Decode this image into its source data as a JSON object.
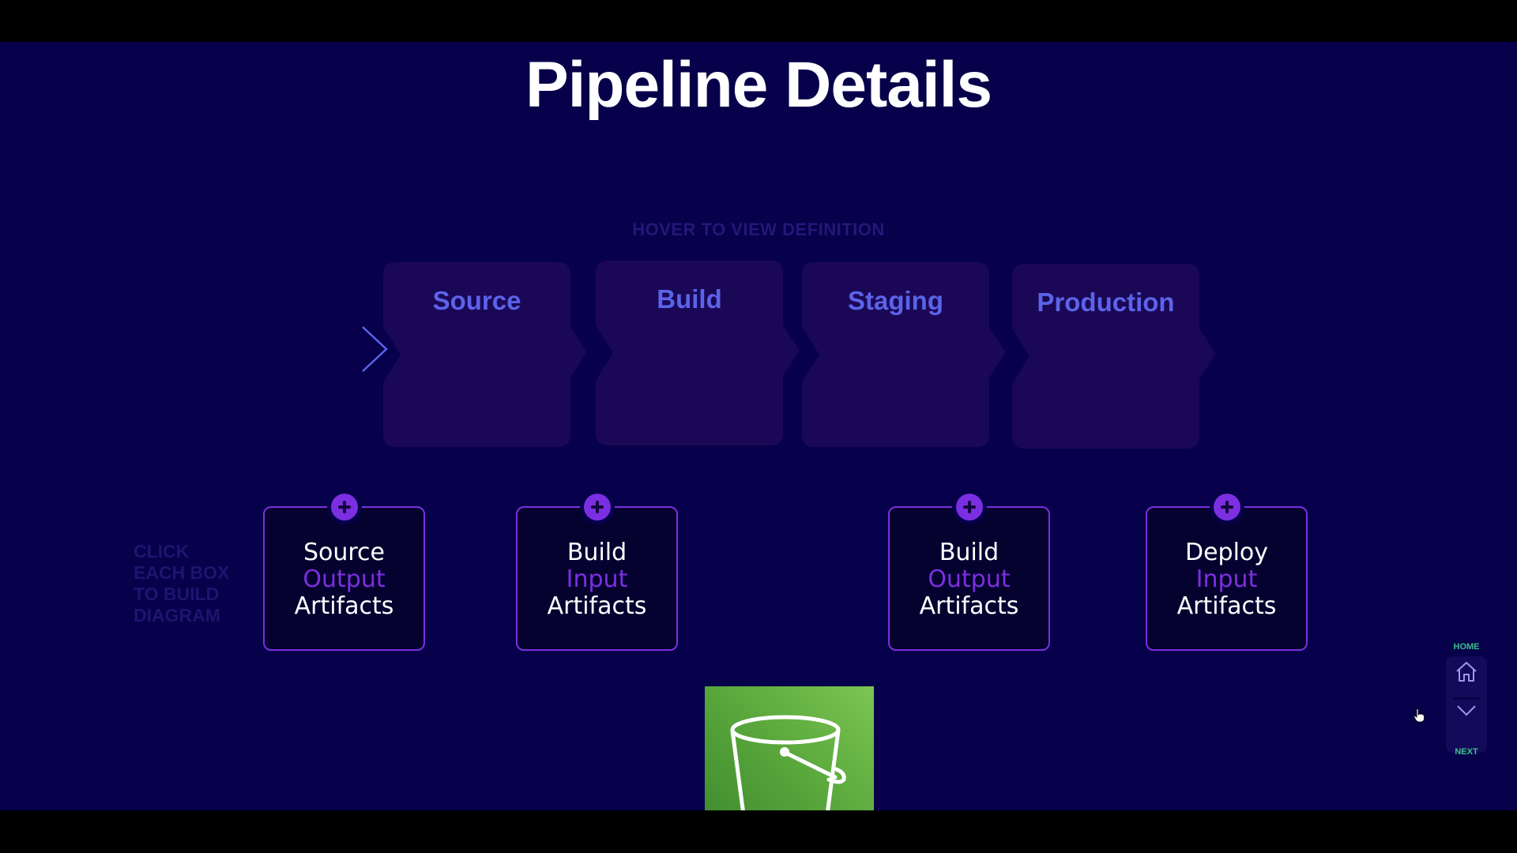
{
  "slide": {
    "title": "Pipeline Details",
    "hover_hint": "HOVER TO VIEW DEFINITION",
    "click_hint": [
      "CLICK",
      "EACH BOX",
      "TO BUILD",
      "DIAGRAM"
    ]
  },
  "stages": [
    {
      "label": "Source"
    },
    {
      "label": "Build"
    },
    {
      "label": "Staging"
    },
    {
      "label": "Production"
    }
  ],
  "artifacts": [
    {
      "line1": "Source",
      "line2": "Output",
      "line3": "Artifacts"
    },
    {
      "line1": "Build",
      "line2": "Input",
      "line3": "Artifacts"
    },
    {
      "line1": "Build",
      "line2": "Output",
      "line3": "Artifacts"
    },
    {
      "line1": "Deploy",
      "line2": "Input",
      "line3": "Artifacts"
    }
  ],
  "storage_icon": "s3-bucket-icon",
  "nav": {
    "home_label": "HOME",
    "next_label": "NEXT",
    "home_icon": "house-icon",
    "next_icon": "chevron-down-icon"
  },
  "colors": {
    "background": "#07004a",
    "stage_card": "#1a0856",
    "stage_label": "#5b63e8",
    "accent_purple": "#7b2fe0",
    "nav_label_green": "#3fbf8f",
    "s3_green": "#5aa83c"
  }
}
